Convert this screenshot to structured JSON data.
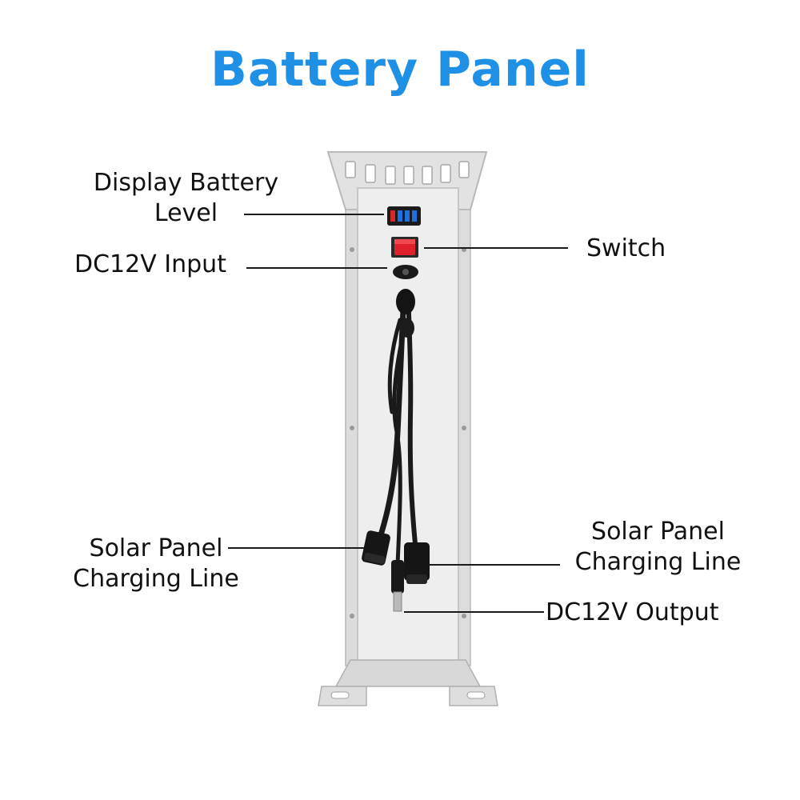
{
  "title": "Battery Panel",
  "colors": {
    "title": "#1e90e6",
    "panel": "#ececec",
    "cable": "#1a1a1a",
    "switch": "#e0202a",
    "indicator": "#1f6fe0"
  },
  "labels": {
    "display_battery": {
      "line1": "Display Battery",
      "line2": "Level"
    },
    "switch": "Switch",
    "dc_input": "DC12V Input",
    "solar_left": {
      "line1": "Solar Panel",
      "line2": "Charging Line"
    },
    "solar_right": {
      "line1": "Solar Panel",
      "line2": "Charging Line"
    },
    "dc_output": "DC12V Output"
  }
}
